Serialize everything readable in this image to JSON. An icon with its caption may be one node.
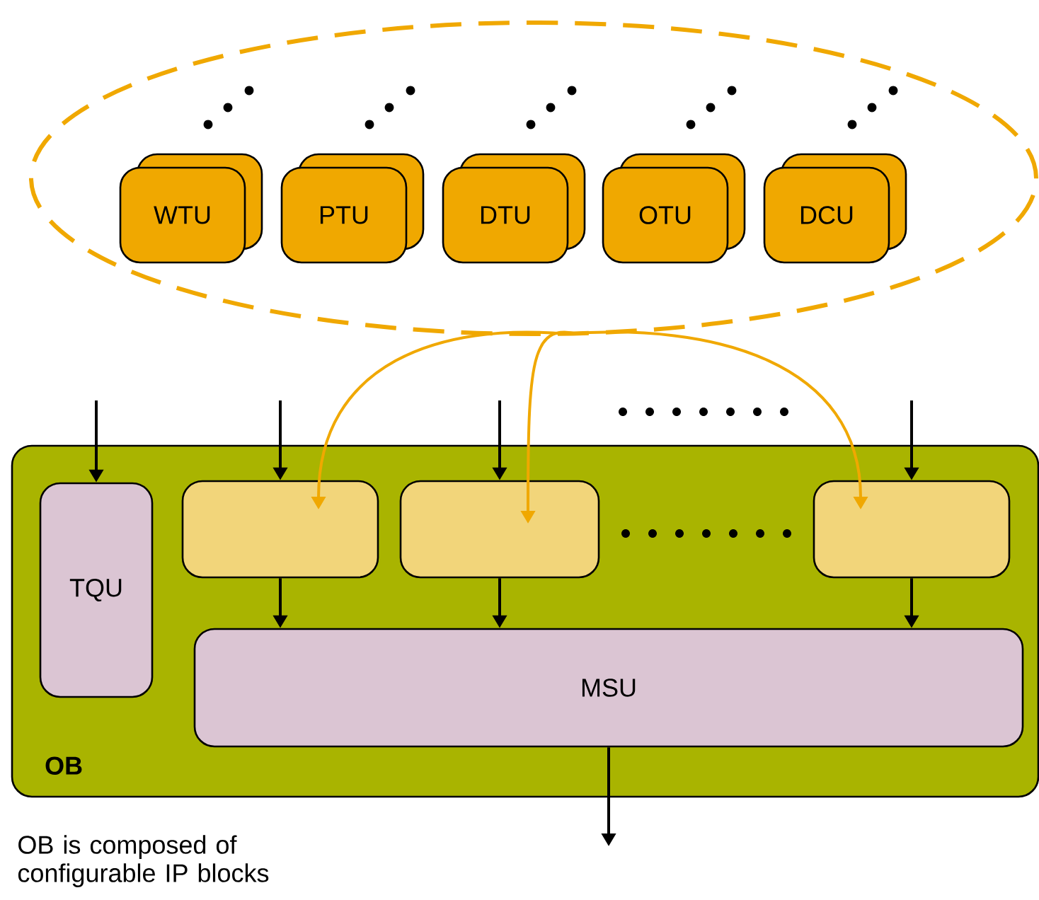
{
  "diagram": {
    "nodes": [
      {
        "text": [],
        "shape": "ellipse"
      },
      {
        "text": [
          "WTU"
        ],
        "in": 0
      },
      {
        "text": [
          "PTU"
        ],
        "in": 0
      },
      {
        "text": [
          "DTU"
        ],
        "in": 0
      },
      {
        "text": [
          "OTU"
        ],
        "in": 0
      },
      {
        "text": [
          "DCU"
        ],
        "in": 0
      },
      {
        "text": [
          "OB"
        ]
      },
      {
        "text": [
          "TQU"
        ],
        "in": 6
      },
      {
        "text": [],
        "shape": "box",
        "in": 6
      },
      {
        "text": [],
        "shape": "box",
        "in": 6
      },
      {
        "text": [],
        "shape": "box",
        "in": 6
      },
      {
        "text": [
          "MSU"
        ],
        "in": 6
      }
    ],
    "edges": [
      {
        "from": 0,
        "to": 8,
        "arrow": "to",
        "color": "#f0a800"
      },
      {
        "from": 0,
        "to": 9,
        "arrow": "to",
        "color": "#f0a800"
      },
      {
        "from": 0,
        "to": 10,
        "arrow": "to",
        "color": "#f0a800"
      },
      {
        "from": null,
        "to": 7,
        "arrow": "to"
      },
      {
        "from": null,
        "to": 8,
        "arrow": "to"
      },
      {
        "from": null,
        "to": 9,
        "arrow": "to"
      },
      {
        "from": null,
        "to": 10,
        "arrow": "to"
      },
      {
        "from": 8,
        "to": 11,
        "arrow": "to"
      },
      {
        "from": 9,
        "to": 11,
        "arrow": "to"
      },
      {
        "from": 10,
        "to": 11,
        "arrow": "to"
      },
      {
        "from": 11,
        "to": null,
        "arrow": "to"
      }
    ],
    "labels": [
      "OB is composed of configurable IP blocks"
    ]
  }
}
